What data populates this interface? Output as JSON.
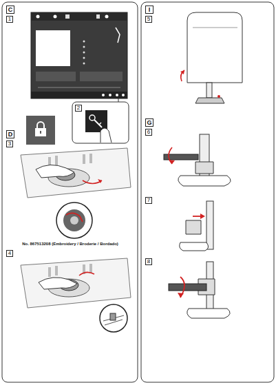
{
  "diagram": {
    "nodes": [
      {
        "text": [
          "C"
        ]
      },
      {
        "text": [
          "1"
        ]
      },
      {
        "text": [
          "2"
        ]
      },
      {
        "text": [
          "D"
        ]
      },
      {
        "text": [
          "3"
        ]
      },
      {
        "text": [
          "4"
        ]
      },
      {
        "text": [
          "I"
        ]
      },
      {
        "text": [
          "5"
        ]
      },
      {
        "text": [
          "G"
        ]
      },
      {
        "text": [
          "6"
        ]
      },
      {
        "text": [
          "7"
        ]
      },
      {
        "text": [
          "8"
        ]
      }
    ],
    "labels": [
      "No. 867513208 (Embroidery / Broderie / Bordado)"
    ]
  }
}
